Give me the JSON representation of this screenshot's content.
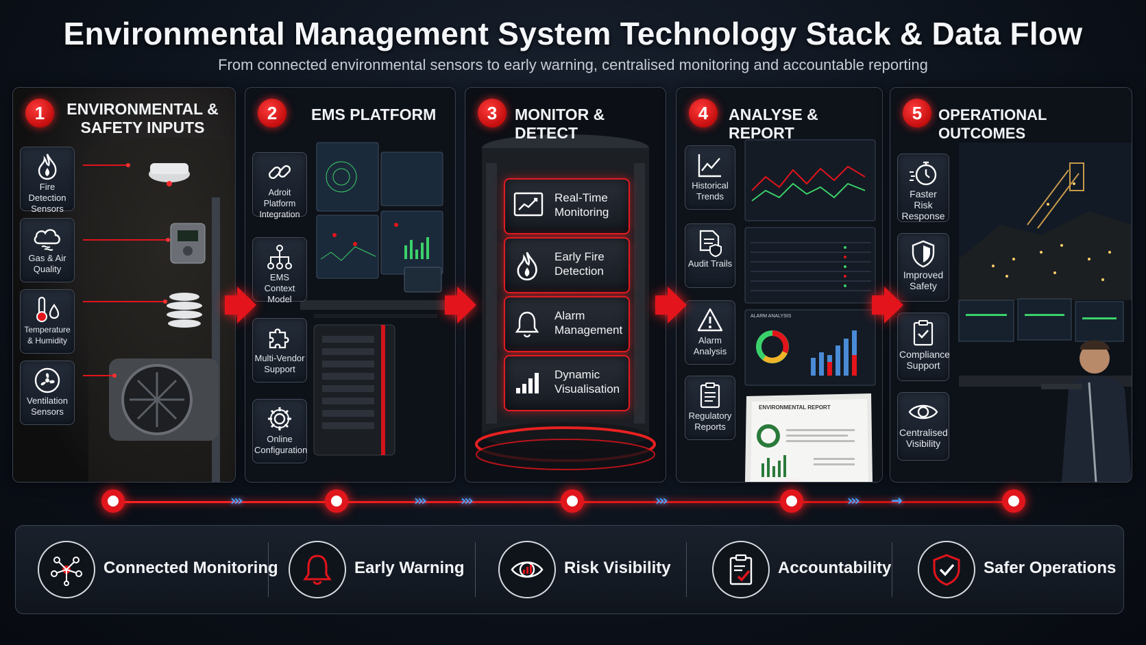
{
  "title": "Environmental Management System Technology Stack & Data Flow",
  "subtitle": "From connected environmental sensors to early warning, centralised monitoring and accountable reporting",
  "colors": {
    "accent": "#e3141b",
    "flow": "#4aa3ff",
    "panel": "#151b25"
  },
  "panels": [
    {
      "number": "1",
      "title": "Environmental & Safety Inputs",
      "items": [
        {
          "icon": "flame-icon",
          "label": "Fire Detection Sensors"
        },
        {
          "icon": "cloud-air-icon",
          "label": "Gas & Air Quality"
        },
        {
          "icon": "thermometer-droplet-icon",
          "label": "Temperature & Humidity"
        },
        {
          "icon": "fan-icon",
          "label": "Ventilation Sensors"
        }
      ]
    },
    {
      "number": "2",
      "title": "EMS Platform",
      "items": [
        {
          "icon": "link-icon",
          "label": "Adroit Platform Integration"
        },
        {
          "icon": "hierarchy-icon",
          "label": "EMS Context Model"
        },
        {
          "icon": "puzzle-icon",
          "label": "Multi-Vendor Support"
        },
        {
          "icon": "gear-icon",
          "label": "Online Configuration"
        }
      ]
    },
    {
      "number": "3",
      "title": "Monitor & Detect",
      "items": [
        {
          "icon": "trend-chart-icon",
          "label": "Real-Time Monitoring"
        },
        {
          "icon": "flame-icon",
          "label": "Early Fire Detection"
        },
        {
          "icon": "bell-icon",
          "label": "Alarm Management"
        },
        {
          "icon": "bar-chart-icon",
          "label": "Dynamic Visualisation"
        }
      ]
    },
    {
      "number": "4",
      "title": "Analyse & Report",
      "items": [
        {
          "icon": "line-chart-icon",
          "label": "Historical Trends"
        },
        {
          "icon": "document-shield-icon",
          "label": "Audit Trails"
        },
        {
          "icon": "warning-icon",
          "label": "Alarm Analysis"
        },
        {
          "icon": "clipboard-icon",
          "label": "Regulatory Reports"
        }
      ],
      "screens": {
        "report_title": "ENVIRONMENTAL REPORT",
        "alarm_title": "ALARM ANALYSIS"
      }
    },
    {
      "number": "5",
      "title": "Operational Outcomes",
      "items": [
        {
          "icon": "stopwatch-icon",
          "label": "Faster Risk Response"
        },
        {
          "icon": "shield-icon",
          "label": "Improved Safety"
        },
        {
          "icon": "clipboard-check-icon",
          "label": "Compliance Support"
        },
        {
          "icon": "eye-icon",
          "label": "Centralised Visibility"
        }
      ]
    }
  ],
  "benefits": [
    {
      "icon": "network-icon",
      "label": "Connected Monitoring"
    },
    {
      "icon": "bell-icon",
      "label": "Early Warning"
    },
    {
      "icon": "eye-chart-icon",
      "label": "Risk Visibility"
    },
    {
      "icon": "clipboard-check-icon",
      "label": "Accountability"
    },
    {
      "icon": "shield-check-icon",
      "label": "Safer Operations"
    }
  ]
}
